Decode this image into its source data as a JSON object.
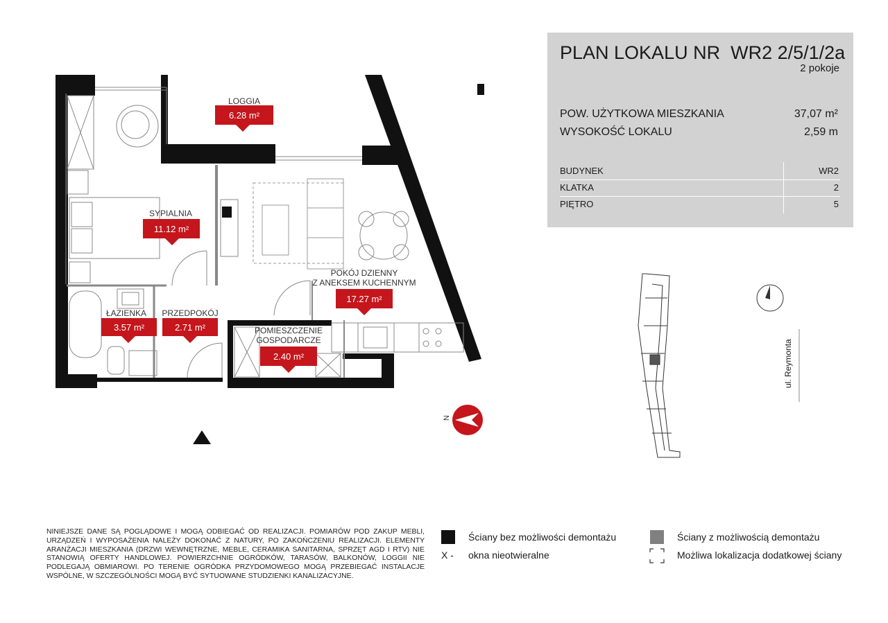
{
  "header": {
    "title_prefix": "PLAN LOKALU NR",
    "unit_number": "WR2 2/5/1/2a",
    "rooms_count": "2 pokoje"
  },
  "specs": {
    "usable_area_label": "POW. UŻYTKOWA MIESZKANIA",
    "usable_area_value": "37,07 m²",
    "height_label": "WYSOKOŚĆ LOKALU",
    "height_value": "2,59 m"
  },
  "location_table": [
    {
      "label": "BUDYNEK",
      "value": "WR2"
    },
    {
      "label": "KLATKA",
      "value": "2"
    },
    {
      "label": "PIĘTRO",
      "value": "5"
    }
  ],
  "rooms": {
    "loggia": {
      "name": "LOGGIA",
      "area": "6.28 m²"
    },
    "bedroom": {
      "name": "SYPIALNIA",
      "area": "11.12 m²"
    },
    "living_line1": "POKÓJ DZIENNY",
    "living_line2": "Z ANEKSEM KUCHENNYM",
    "living_area": "17.27 m²",
    "bathroom": {
      "name": "ŁAZIENKA",
      "area": "3.57 m²"
    },
    "hallway": {
      "name": "PRZEDPOKÓJ",
      "area": "2.71 m²"
    },
    "utility_line1": "POMIESZCZENIE",
    "utility_line2": "GOSPODARCZE",
    "utility_area": "2.40 m²"
  },
  "compass_letter": "N",
  "street_label": "ul. Reymonta",
  "disclaimer": "NINIEJSZE DANE SĄ POGLĄDOWE I MOGĄ ODBIEGAĆ OD REALIZACJI. POMIARÓW POD ZAKUP MEBLI, URZĄDZEŃ I WYPOSAŻENIA NALEŻY DOKONAĆ Z NATURY, PO ZAKOŃCZENIU REALIZACJI. ELEMENTY ARANŻACJI MIESZKANIA (DRZWI WEWNĘTRZNE, MEBLE, CERAMIKA SANITARNA, SPRZĘT AGD I RTV) NIE STANOWIĄ OFERTY HANDLOWEJ. POWIERZCHNIE OGRÓDKÓW, TARASÓW, BALKONÓW, LOGGII NIE PODLEGAJĄ OBMIAROWI. PO TERENIE OGRÓDKA PRZYDOMOWEGO MOGĄ PRZEBIEGAĆ INSTALACJE WSPÓLNE, W SZCZEGÓLNOŚCI MOGĄ BYĆ SYTUOWANE STUDZIENKI KANALIZACYJNE.",
  "legend": {
    "fixed_walls": "Ściany bez możliwości demontażu",
    "removable_walls": "Ściany z możliwością demontażu",
    "non_opening_marker": "X -",
    "non_opening": "okna nieotwieralne",
    "possible_wall": "Możliwa lokalizacja dodatkowej ściany"
  },
  "colors": {
    "wall": "#111111",
    "removable_wall": "#808080",
    "area_badge": "#c4161c",
    "info_panel": "#d2d2d2",
    "highlight_unit": "#555555"
  }
}
